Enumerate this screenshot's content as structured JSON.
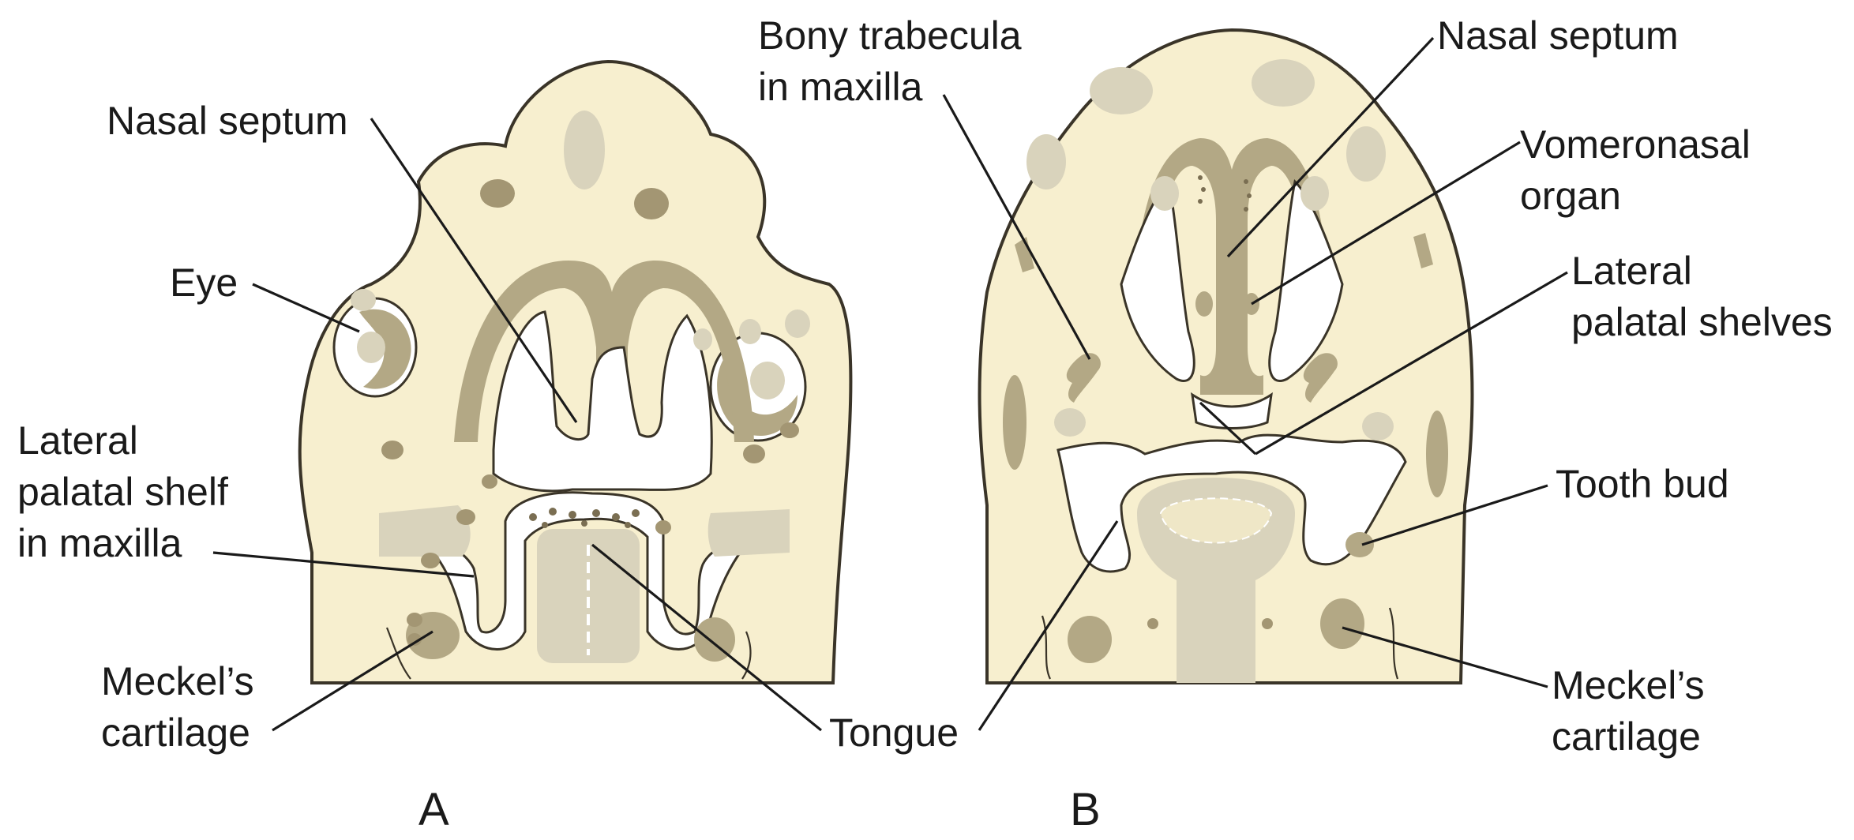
{
  "panels": {
    "a": {
      "letter": "A",
      "labels": {
        "nasal_septum": "Nasal septum",
        "eye": "Eye",
        "lateral_palatal_shelf_line1": "Lateral",
        "lateral_palatal_shelf_line2": "palatal shelf",
        "lateral_palatal_shelf_line3": "in maxilla",
        "meckels_line1": "Meckel’s",
        "meckels_line2": "cartilage"
      }
    },
    "b": {
      "letter": "B",
      "labels": {
        "bony_trabecula_line1": "Bony trabecula",
        "bony_trabecula_line2": "in maxilla",
        "nasal_septum": "Nasal septum",
        "vomeronasal_line1": "Vomeronasal",
        "vomeronasal_line2": "organ",
        "lateral_shelves_line1": "Lateral",
        "lateral_shelves_line2": "palatal shelves",
        "tooth_bud": "Tooth bud",
        "meckels_line1": "Meckel’s",
        "meckels_line2": "cartilage"
      }
    },
    "shared": {
      "tongue": "Tongue"
    }
  },
  "colors": {
    "tissue": "#f7efcf",
    "outline": "#3a3428",
    "cartilage": "#b3a885",
    "light_tissue": "#d9d3bc",
    "cavity": "#ffffff"
  }
}
